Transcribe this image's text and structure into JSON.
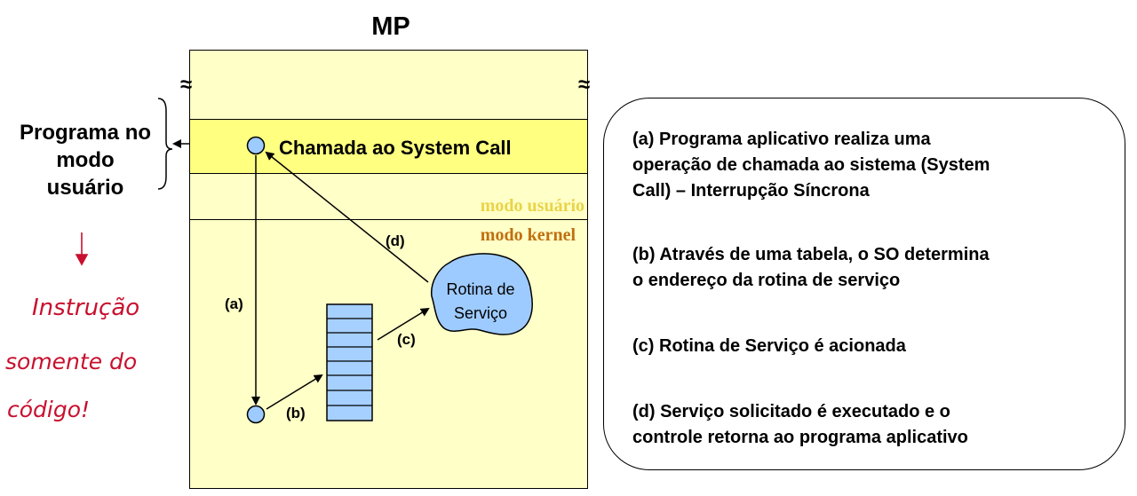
{
  "title": "MP",
  "memory": {
    "wave_marker": "≈",
    "syscall_label": "Chamada ao System Call",
    "mode_user": "modo usuário",
    "mode_kernel": "modo kernel",
    "steps": {
      "a": "(a)",
      "b": "(b)",
      "c": "(c)",
      "d": "(d)"
    },
    "routine_line1": "Rotina de",
    "routine_line2": "Serviço"
  },
  "program_label": [
    "Programa no",
    "modo",
    "usuário"
  ],
  "legend": [
    {
      "line1": "(a) Programa aplicativo realiza uma",
      "line2": "operação de chamada ao sistema (System",
      "line3": "Call) – Interrupção Síncrona"
    },
    {
      "line1": "(b) Através de uma tabela, o SO determina",
      "line2": "o endereço da rotina de serviço"
    },
    {
      "line1": "(c) Rotina de Serviço é acionada"
    },
    {
      "line1": "(d) Serviço solicitado é executado e o",
      "line2": "controle retorna ao programa aplicativo"
    }
  ],
  "handwritten_note": "Instrução somente do código!",
  "colors": {
    "memory_bg": "#ffffc8",
    "syscall_band": "#ffff80",
    "routine_fill": "#9ecbff",
    "table_fill": "#a6d0ff",
    "mode_user": "#e8d44a",
    "mode_kernel": "#c07010",
    "handwriting": "#c8102e"
  }
}
